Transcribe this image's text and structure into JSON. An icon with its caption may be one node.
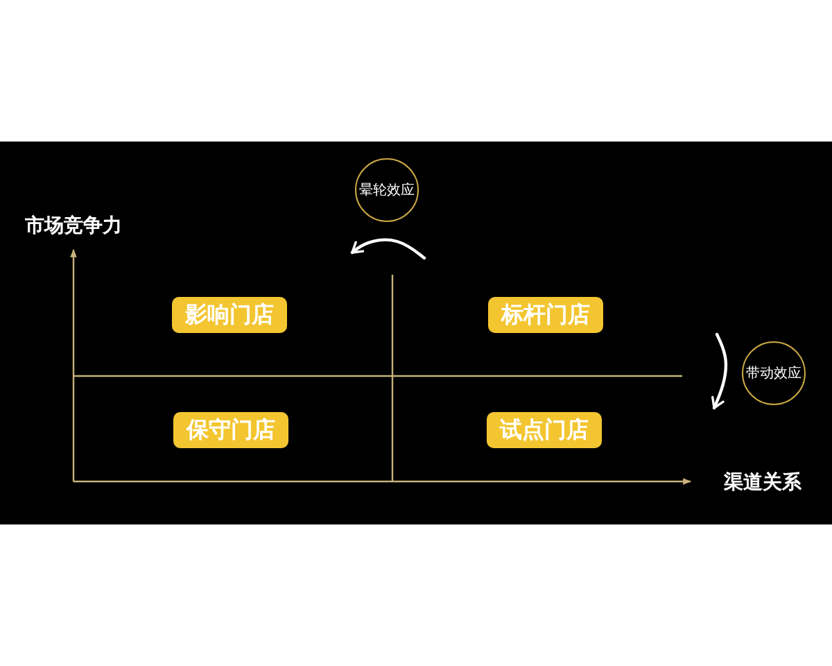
{
  "diagram": {
    "nodes": [
      {
        "text": [
          "晕轮效应"
        ]
      },
      {
        "text": [
          "影响门店"
        ]
      },
      {
        "text": [
          "标杆门店"
        ]
      },
      {
        "text": [
          "带动效应"
        ]
      },
      {
        "text": [
          "保守门店"
        ]
      },
      {
        "text": [
          "试点门店"
        ]
      }
    ],
    "labels": [
      "市场竞争力",
      "渠道关系"
    ]
  }
}
